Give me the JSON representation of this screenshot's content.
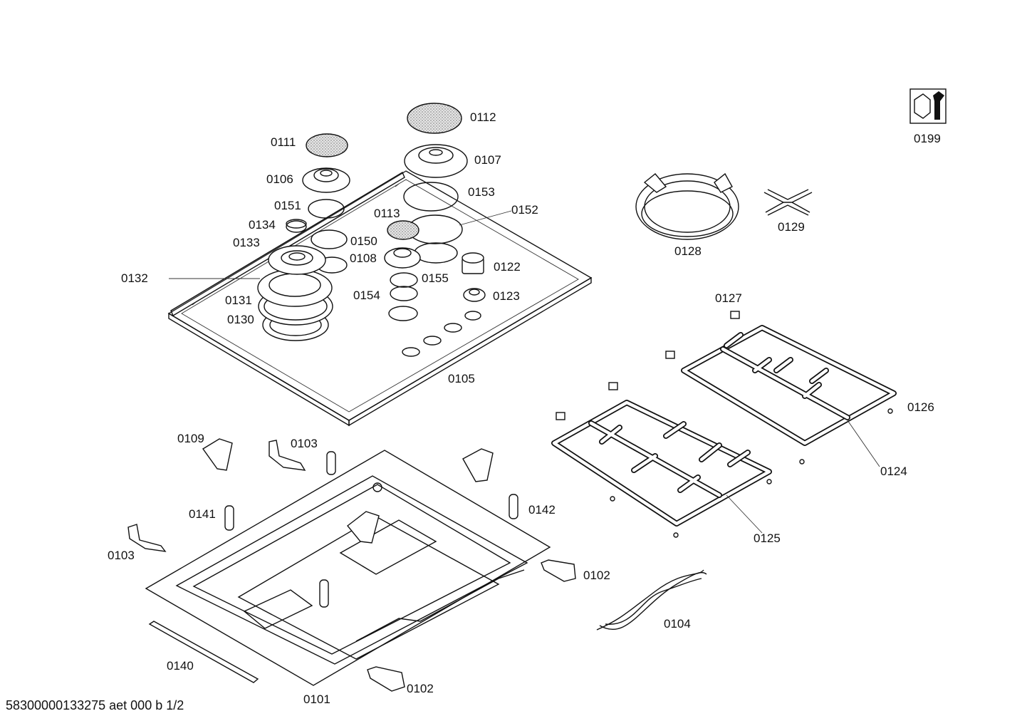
{
  "footer_text": "58300000133275 aet 000 b 1/2",
  "parts": {
    "p0111": "0111",
    "p0112": "0112",
    "p0106": "0106",
    "p0107": "0107",
    "p0151": "0151",
    "p0153": "0153",
    "p0152": "0152",
    "p0113": "0113",
    "p0134": "0134",
    "p0133": "0133",
    "p0150": "0150",
    "p0108": "0108",
    "p0122": "0122",
    "p0132": "0132",
    "p0155": "0155",
    "p0131": "0131",
    "p0154": "0154",
    "p0123": "0123",
    "p0130": "0130",
    "p0105": "0105",
    "p0199": "0199",
    "p0128": "0128",
    "p0129": "0129",
    "p0127": "0127",
    "p0126": "0126",
    "p0124": "0124",
    "p0125": "0125",
    "p0109": "0109",
    "p0103a": "0103",
    "p0103b": "0103",
    "p0141": "0141",
    "p0142": "0142",
    "p0102a": "0102",
    "p0102b": "0102",
    "p0104": "0104",
    "p0140": "0140",
    "p0101": "0101"
  },
  "icon_name": "tool-wrench-icon"
}
